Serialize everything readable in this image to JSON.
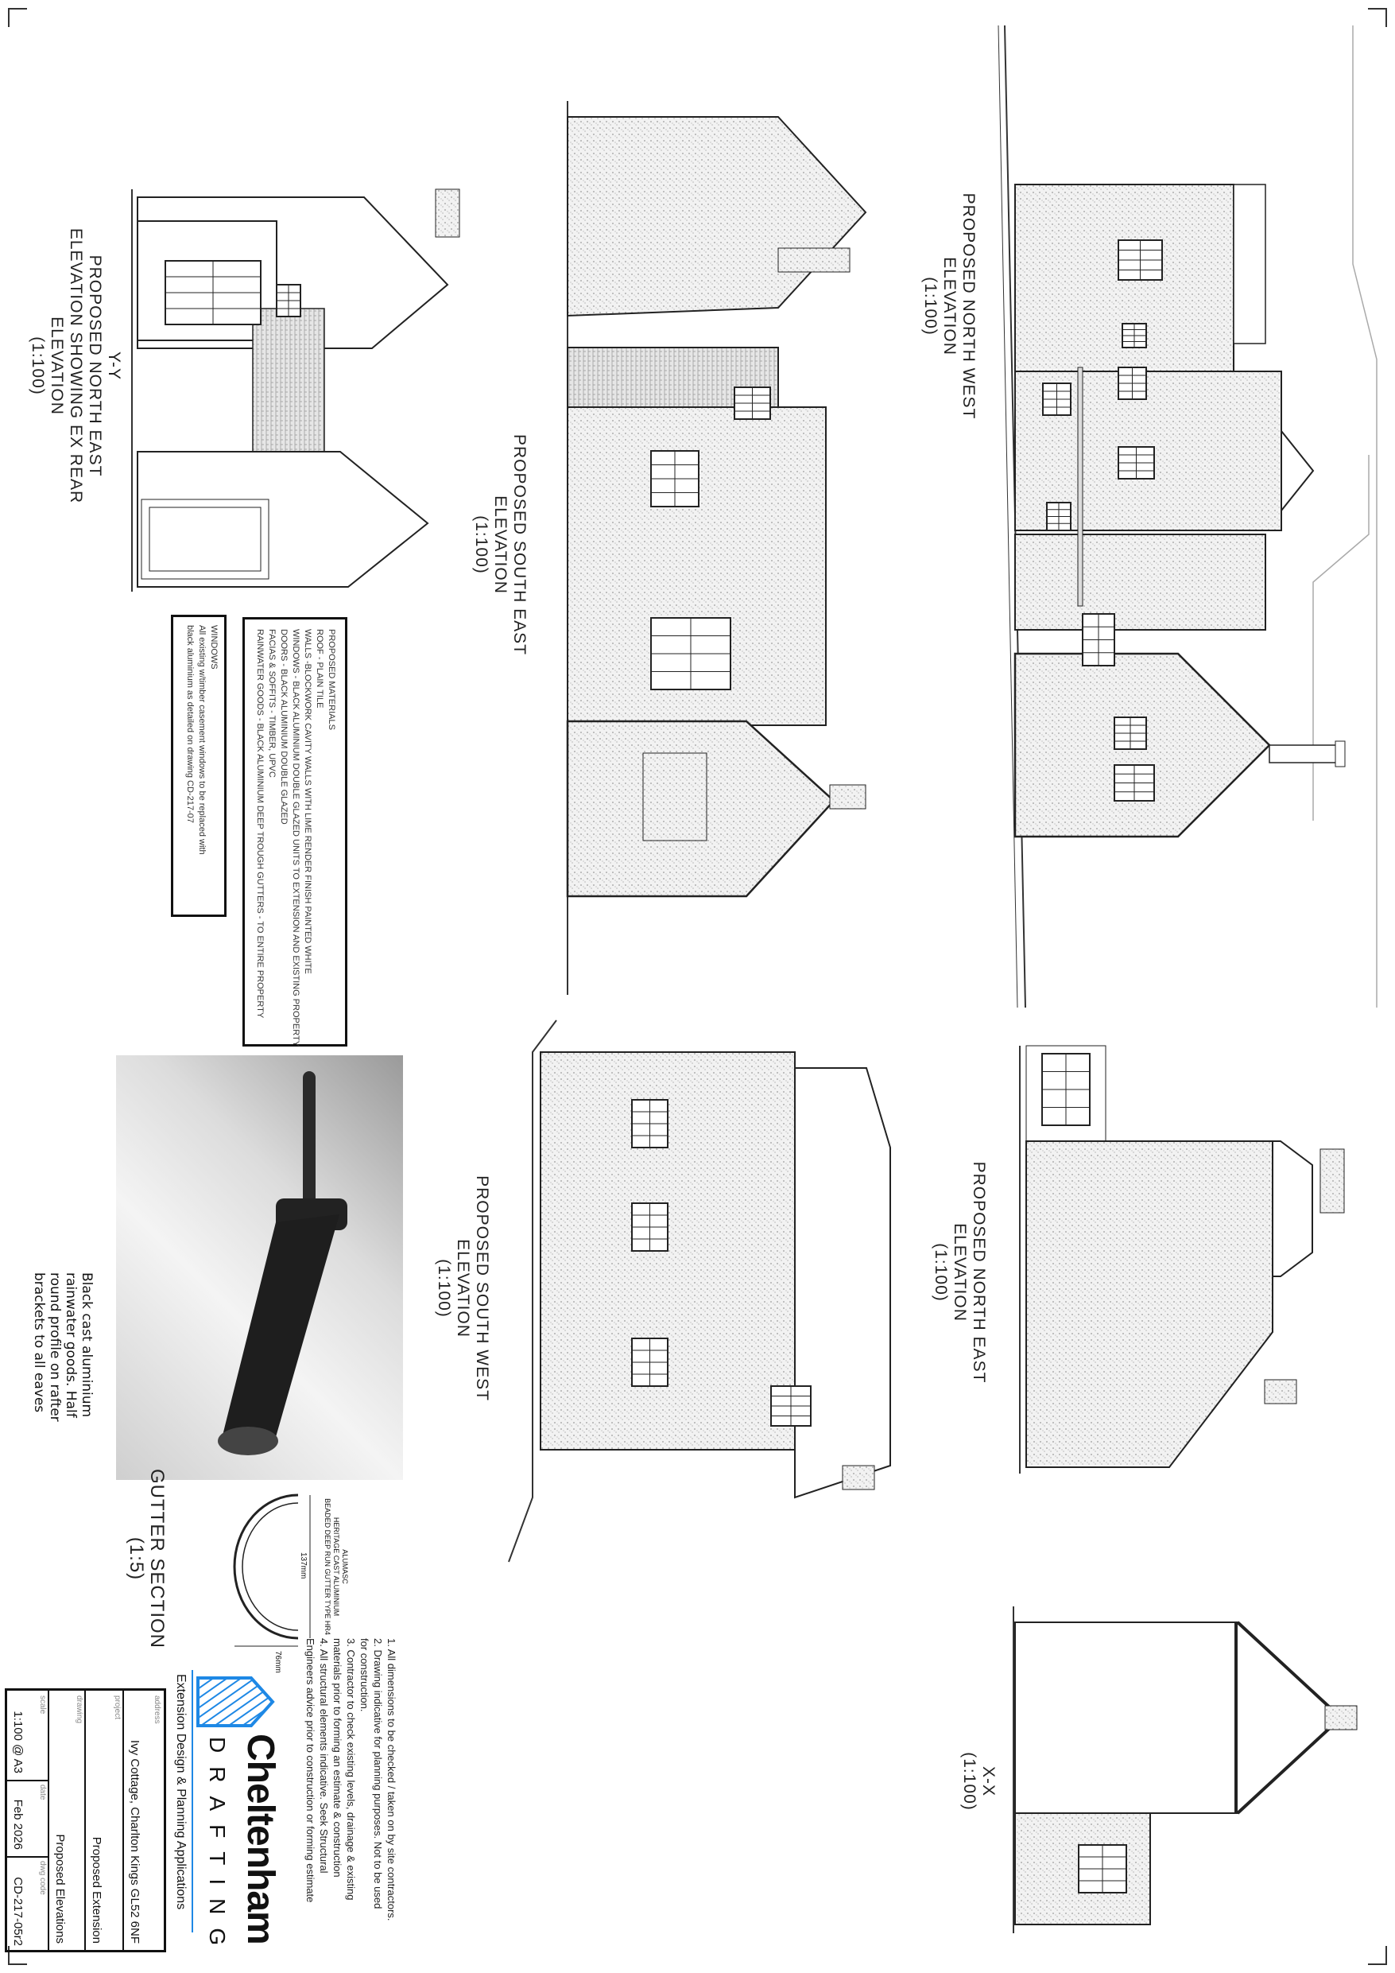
{
  "elevations": {
    "north_west": {
      "title": "PROPOSED NORTH WEST",
      "subtitle": "ELEVATION",
      "scale": "(1:100)"
    },
    "south_east": {
      "title": "PROPOSED SOUTH EAST",
      "subtitle": "ELEVATION",
      "scale": "(1:100)"
    },
    "north_east_yy": {
      "section": "Y-Y",
      "title": "PROPOSED NORTH EAST",
      "subtitle": "ELEVATION SHOWING EX REAR",
      "subtitle2": "ELEVATION",
      "scale": "(1:100)"
    },
    "north_east": {
      "title": "PROPOSED NORTH EAST",
      "subtitle": "ELEVATION",
      "scale": "(1:100)"
    },
    "south_west": {
      "title": "PROPOSED SOUTH WEST",
      "subtitle": "ELEVATION",
      "scale": "(1:100)"
    },
    "section_xx": {
      "title": "X-X",
      "scale": "(1:100)"
    }
  },
  "materials": {
    "heading": "PROPOSED MATERIALS",
    "lines": [
      "ROOF - PLAIN TILE",
      "WALLS -BLOCKWORK CAVITY WALLS WITH LIME RENDER FINISH PAINTED WHITE",
      "WINDOWS - BLACK ALUMINIUM DOUBLE GLAZED UNITS TO EXTENSION AND EXISTING PROPERTY",
      "DOORS - BLACK ALUMINIUM DOUBLE GLAZED",
      "FACIAS & SOFFITS - TIMBER, UPVC",
      "RAINWATER GOODS - BLACK ALUMINIUM DEEP TROUGH GUTTERS - TO ENTIRE PROPERTY"
    ]
  },
  "windows_note": {
    "heading": "WINDOWS",
    "line1": "All existing w/timber casement windows to be replaced with",
    "line2": "black aluminium as detailed on drawing CD-217-07"
  },
  "gutter": {
    "title": "GUTTER SECTION",
    "scale": "(1:5)",
    "spec1": "ALUMASC",
    "spec2": "HERITAGE CAST ALUMINIUM",
    "spec3": "BEADED DEEP RUN GUTTER TYPE HR4",
    "width_dim": "137mm",
    "depth_dim": "76mm",
    "caption": [
      "Black cast aluminium",
      "rainwater goods. Half",
      "round profile on rafter",
      "brackets to all eaves"
    ]
  },
  "notes": [
    "1. All dimensions to be checked / taken on by site contractors.",
    "2. Drawing indicative for planning purposes. Not to be used",
    "for construction.",
    "3. Contractor to check existing levels, drainage & existing",
    "materials prior to forming an estimate & construction",
    "4. All structural elements indicative. Seek Structural",
    "Engineers advice prior to construction or forming estimate"
  ],
  "company": {
    "name": "Cheltenham",
    "sub": "DRAFTING",
    "tagline": "Extension Design & Planning Applications",
    "brand_color": "#1e88e5"
  },
  "title_block": {
    "address_label": "address",
    "address": "Ivy Cottage, Charlton Kings GL52 6NF",
    "project_label": "project",
    "project": "Proposed Extension",
    "drawing_label": "drawing",
    "drawing": "Proposed Elevations",
    "scale_label": "scale",
    "scale": "1:100 @ A3",
    "date_label": "date",
    "date": "Feb 2026",
    "code_label": "dwg code",
    "code": "CD-217-05r2"
  }
}
